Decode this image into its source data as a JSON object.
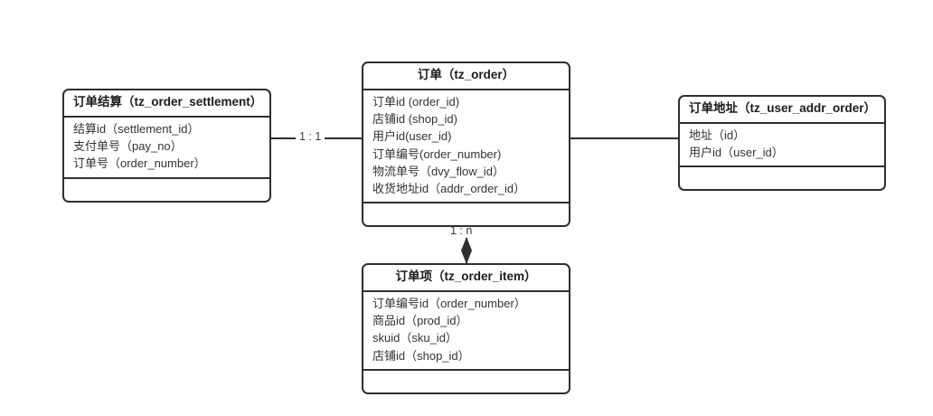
{
  "diagram": {
    "title": "Order domain ER diagram",
    "background": "#ffffff",
    "line_color": "#2f2f2f",
    "text_color": "#333333"
  },
  "entities": {
    "settlement": {
      "title": "订单结算（tz_order_settlement）",
      "attributes": [
        "结算id（settlement_id）",
        "支付单号（pay_no）",
        "订单号（order_number）"
      ]
    },
    "order": {
      "title": "订单（tz_order）",
      "attributes": [
        "订单id (order_id)",
        "店铺id (shop_id)",
        "用户id(user_id)",
        "订单编号(order_number)",
        "物流单号（dvy_flow_id）",
        "收货地址id（addr_order_id）"
      ]
    },
    "address": {
      "title": "订单地址（tz_user_addr_order）",
      "attributes": [
        "地址（id）",
        "用户id（user_id）"
      ]
    },
    "order_item": {
      "title": "订单项（tz_order_item）",
      "attributes": [
        "订单编号id（order_number）",
        "商品id（prod_id）",
        "skuid（sku_id）",
        "店铺id（shop_id）"
      ]
    }
  },
  "relationships": {
    "settlement_to_order": {
      "label": "1 : 1"
    },
    "order_to_address": {
      "label": ""
    },
    "order_to_item": {
      "label": "1 : n",
      "marker": "filled-diamond"
    }
  }
}
